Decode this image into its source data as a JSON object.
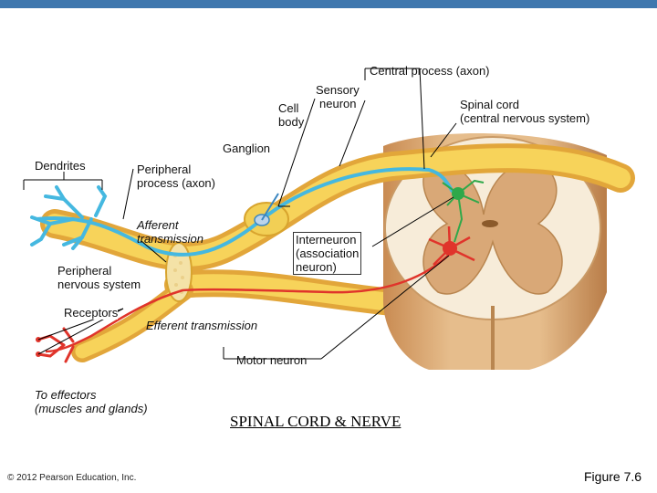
{
  "labels": {
    "central_process": "Central process (axon)",
    "sensory_neuron": [
      "Sensory",
      "neuron"
    ],
    "cell_body": [
      "Cell",
      "body"
    ],
    "spinal_cord": [
      "Spinal cord",
      "(central nervous system)"
    ],
    "ganglion": "Ganglion",
    "dendrites": "Dendrites",
    "peripheral_process": [
      "Peripheral",
      "process (axon)"
    ],
    "afferent_transmission": [
      "Afferent",
      "transmission"
    ],
    "interneuron": [
      "Interneuron",
      "(association",
      "neuron)"
    ],
    "peripheral_nervous_system": [
      "Peripheral",
      "nervous system"
    ],
    "receptors": "Receptors",
    "efferent_transmission": "Efferent transmission",
    "motor_neuron": "Motor neuron",
    "to_effectors": [
      "To effectors",
      "(muscles and glands)"
    ]
  },
  "title": "SPINAL CORD & NERVE",
  "copyright": "© 2012 Pearson Education, Inc.",
  "figure": "Figure 7.6",
  "colors": {
    "topbar": "#3f77ae",
    "nerve_yellow": "#f5c93a",
    "spinal_tan": "#d9a877",
    "gray_matter": "#c99a66",
    "sensory_blue": "#45b8e0",
    "interneuron_green": "#2fa84a",
    "motor_red": "#e0342b"
  }
}
